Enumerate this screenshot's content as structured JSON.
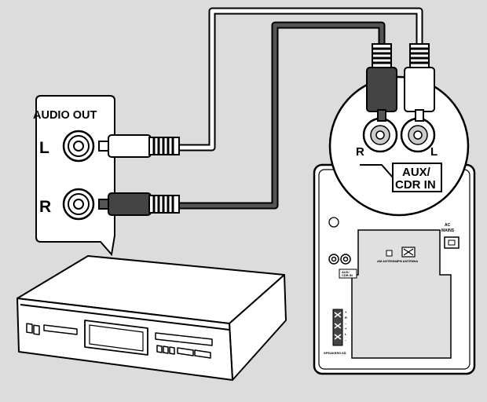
{
  "audio_out_panel": {
    "title": "AUDIO OUT",
    "left_label": "L",
    "right_label": "R"
  },
  "zoom_callout": {
    "right_label": "R",
    "left_label": "L",
    "input_label_line1": "AUX/",
    "input_label_line2": "CDR IN"
  },
  "stereo_back_panel": {
    "ac_label_line1": "AC",
    "ac_label_line2": "MAINS",
    "am_antenna": "AM ANTENNA",
    "fm_antenna": "FM ANTENNA",
    "aux_small_line1": "AUX/",
    "aux_small_line2": "CDR IN",
    "speakers_label": "SPEAKERS 6Ω",
    "speaker_terminals": [
      "+",
      "R",
      "–",
      "+",
      "L",
      "–"
    ]
  },
  "colors": {
    "background": "#dcdcdc",
    "white_cable": "#ffffff",
    "red_cable": "#555555",
    "outline": "#000000"
  }
}
